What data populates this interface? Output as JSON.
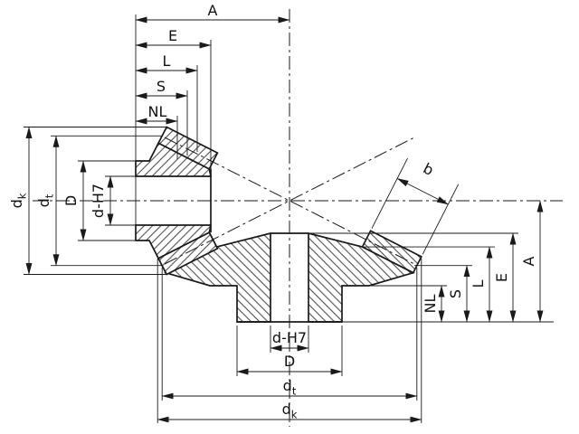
{
  "colors": {
    "background": "#ffffff",
    "line": "#1a1a1a",
    "hatch": "#2a2a2a"
  },
  "labels": {
    "top": {
      "A": "A",
      "E": "E",
      "L": "L",
      "S": "S",
      "NL": "NL"
    },
    "left": {
      "dk": {
        "main": "d",
        "sub": "k"
      },
      "dt": {
        "main": "d",
        "sub": "t"
      },
      "D": "D",
      "dH7": "d-H7"
    },
    "right": {
      "b": "b",
      "A": "A",
      "E": "E",
      "L": "L",
      "S": "S",
      "NL": "NL"
    },
    "bottom": {
      "dH7": "d-H7",
      "D": "D",
      "dt": {
        "main": "d",
        "sub": "t"
      },
      "dk": {
        "main": "d",
        "sub": "k"
      }
    }
  }
}
